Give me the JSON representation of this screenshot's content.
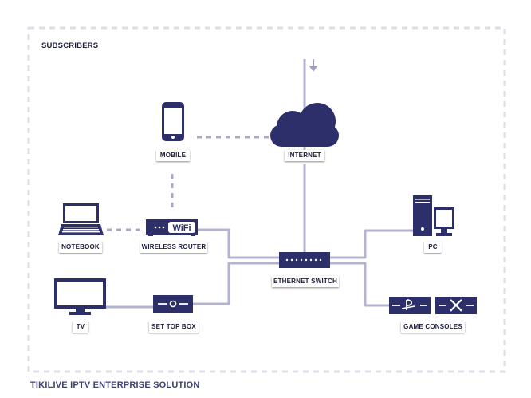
{
  "area_title": "SUBSCRIBERS",
  "caption": "TIKILIVE IPTV ENTERPRISE SOLUTION",
  "colors": {
    "device": "#2d2f6a",
    "line": "#b4b3cf",
    "dashed_line": "#a9a8c6",
    "border": "#dedee6",
    "caption": "#3d3f78",
    "label_text": "#1e1f3c"
  },
  "devices": {
    "mobile": {
      "label": "MOBILE",
      "icon": "smartphone-icon"
    },
    "internet": {
      "label": "INTERNET",
      "icon": "cloud-icon"
    },
    "notebook": {
      "label": "NOTEBOOK",
      "icon": "laptop-icon"
    },
    "router": {
      "label": "WIRELESS ROUTER",
      "icon": "wifi-router-icon",
      "badge": "WiFi"
    },
    "pc": {
      "label": "PC",
      "icon": "desktop-pc-icon"
    },
    "switch": {
      "label": "ETHERNET SWITCH",
      "icon": "ethernet-switch-icon"
    },
    "tv": {
      "label": "TV",
      "icon": "tv-icon"
    },
    "stb": {
      "label": "SET TOP BOX",
      "icon": "set-top-box-icon"
    },
    "consoles": {
      "label": "GAME CONSOLES",
      "icons": [
        "playstation-icon",
        "xbox-icon"
      ]
    }
  }
}
